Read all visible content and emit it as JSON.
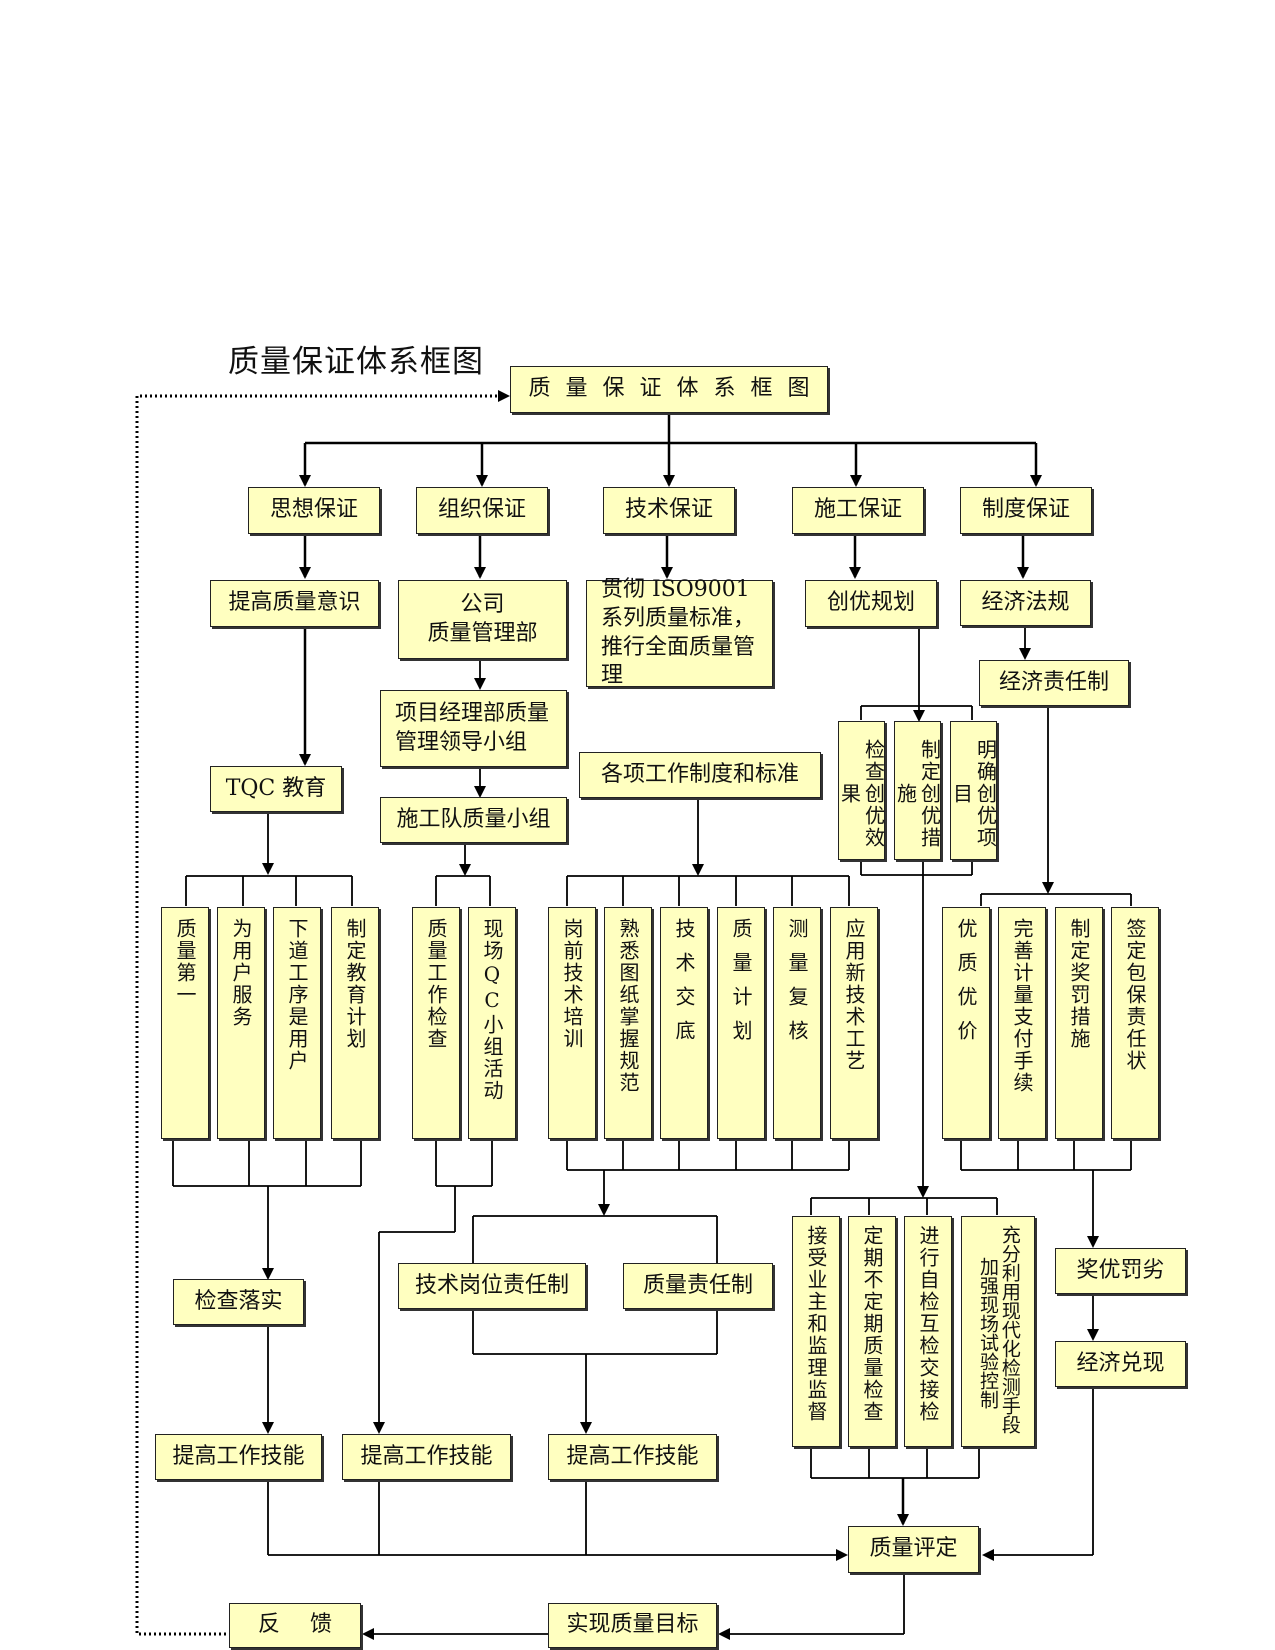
{
  "page_title": "质量保证体系框图",
  "colors": {
    "box_fill": "#ffffc0",
    "line": "#000000"
  },
  "main_box": "质量保证体系框图",
  "categories": [
    "思想保证",
    "组织保证",
    "技术保证",
    "施工保证",
    "制度保证"
  ],
  "thought": {
    "raise_awareness": "提高质量意识",
    "tqc": "TQC 教育",
    "items": [
      "质量第一",
      "为用户服务",
      "下道工序是用户",
      "制定教育计划"
    ],
    "inspect": "检查落实",
    "improve": "提高工作技能"
  },
  "organization": {
    "company_dept": "公司\n质量管理部",
    "project_team": "项目经理部质量\n管理领导小组",
    "crew_team": "施工队质量小组",
    "items": [
      "质量工作检查",
      "现场QC小组活动"
    ],
    "improve": "提高工作技能"
  },
  "technical": {
    "iso": "贯彻 ISO9001 系列质量标准，推行全面质量管理",
    "rules": "各项工作制度和标准",
    "items": [
      "岗前技术培训",
      "熟悉图纸掌握规范",
      "技术交底",
      "质量计划",
      "测量复核",
      "应用新技术工艺"
    ],
    "post_responsibility": "技术岗位责任制",
    "quality_responsibility": "质量责任制",
    "improve": "提高工作技能"
  },
  "construction": {
    "plan": "创优规划",
    "items": [
      "检查创优效果",
      "制定创优措施",
      "明确创优项目"
    ],
    "checks": [
      "接受业主和监理监督",
      "定期不定期质量检查",
      "进行自检互检交接检",
      "加强现场试验控制",
      "充分利用现代化检测手段"
    ]
  },
  "system": {
    "law": "经济法规",
    "responsibility": "经济责任制",
    "items": [
      "优质优价",
      "完善计量支付手续",
      "制定奖罚措施",
      "签定包保责任状"
    ],
    "reward": "奖优罚劣",
    "cash": "经济兑现"
  },
  "evaluation": "质量评定",
  "goal": "实现质量目标",
  "feedback": "反馈"
}
